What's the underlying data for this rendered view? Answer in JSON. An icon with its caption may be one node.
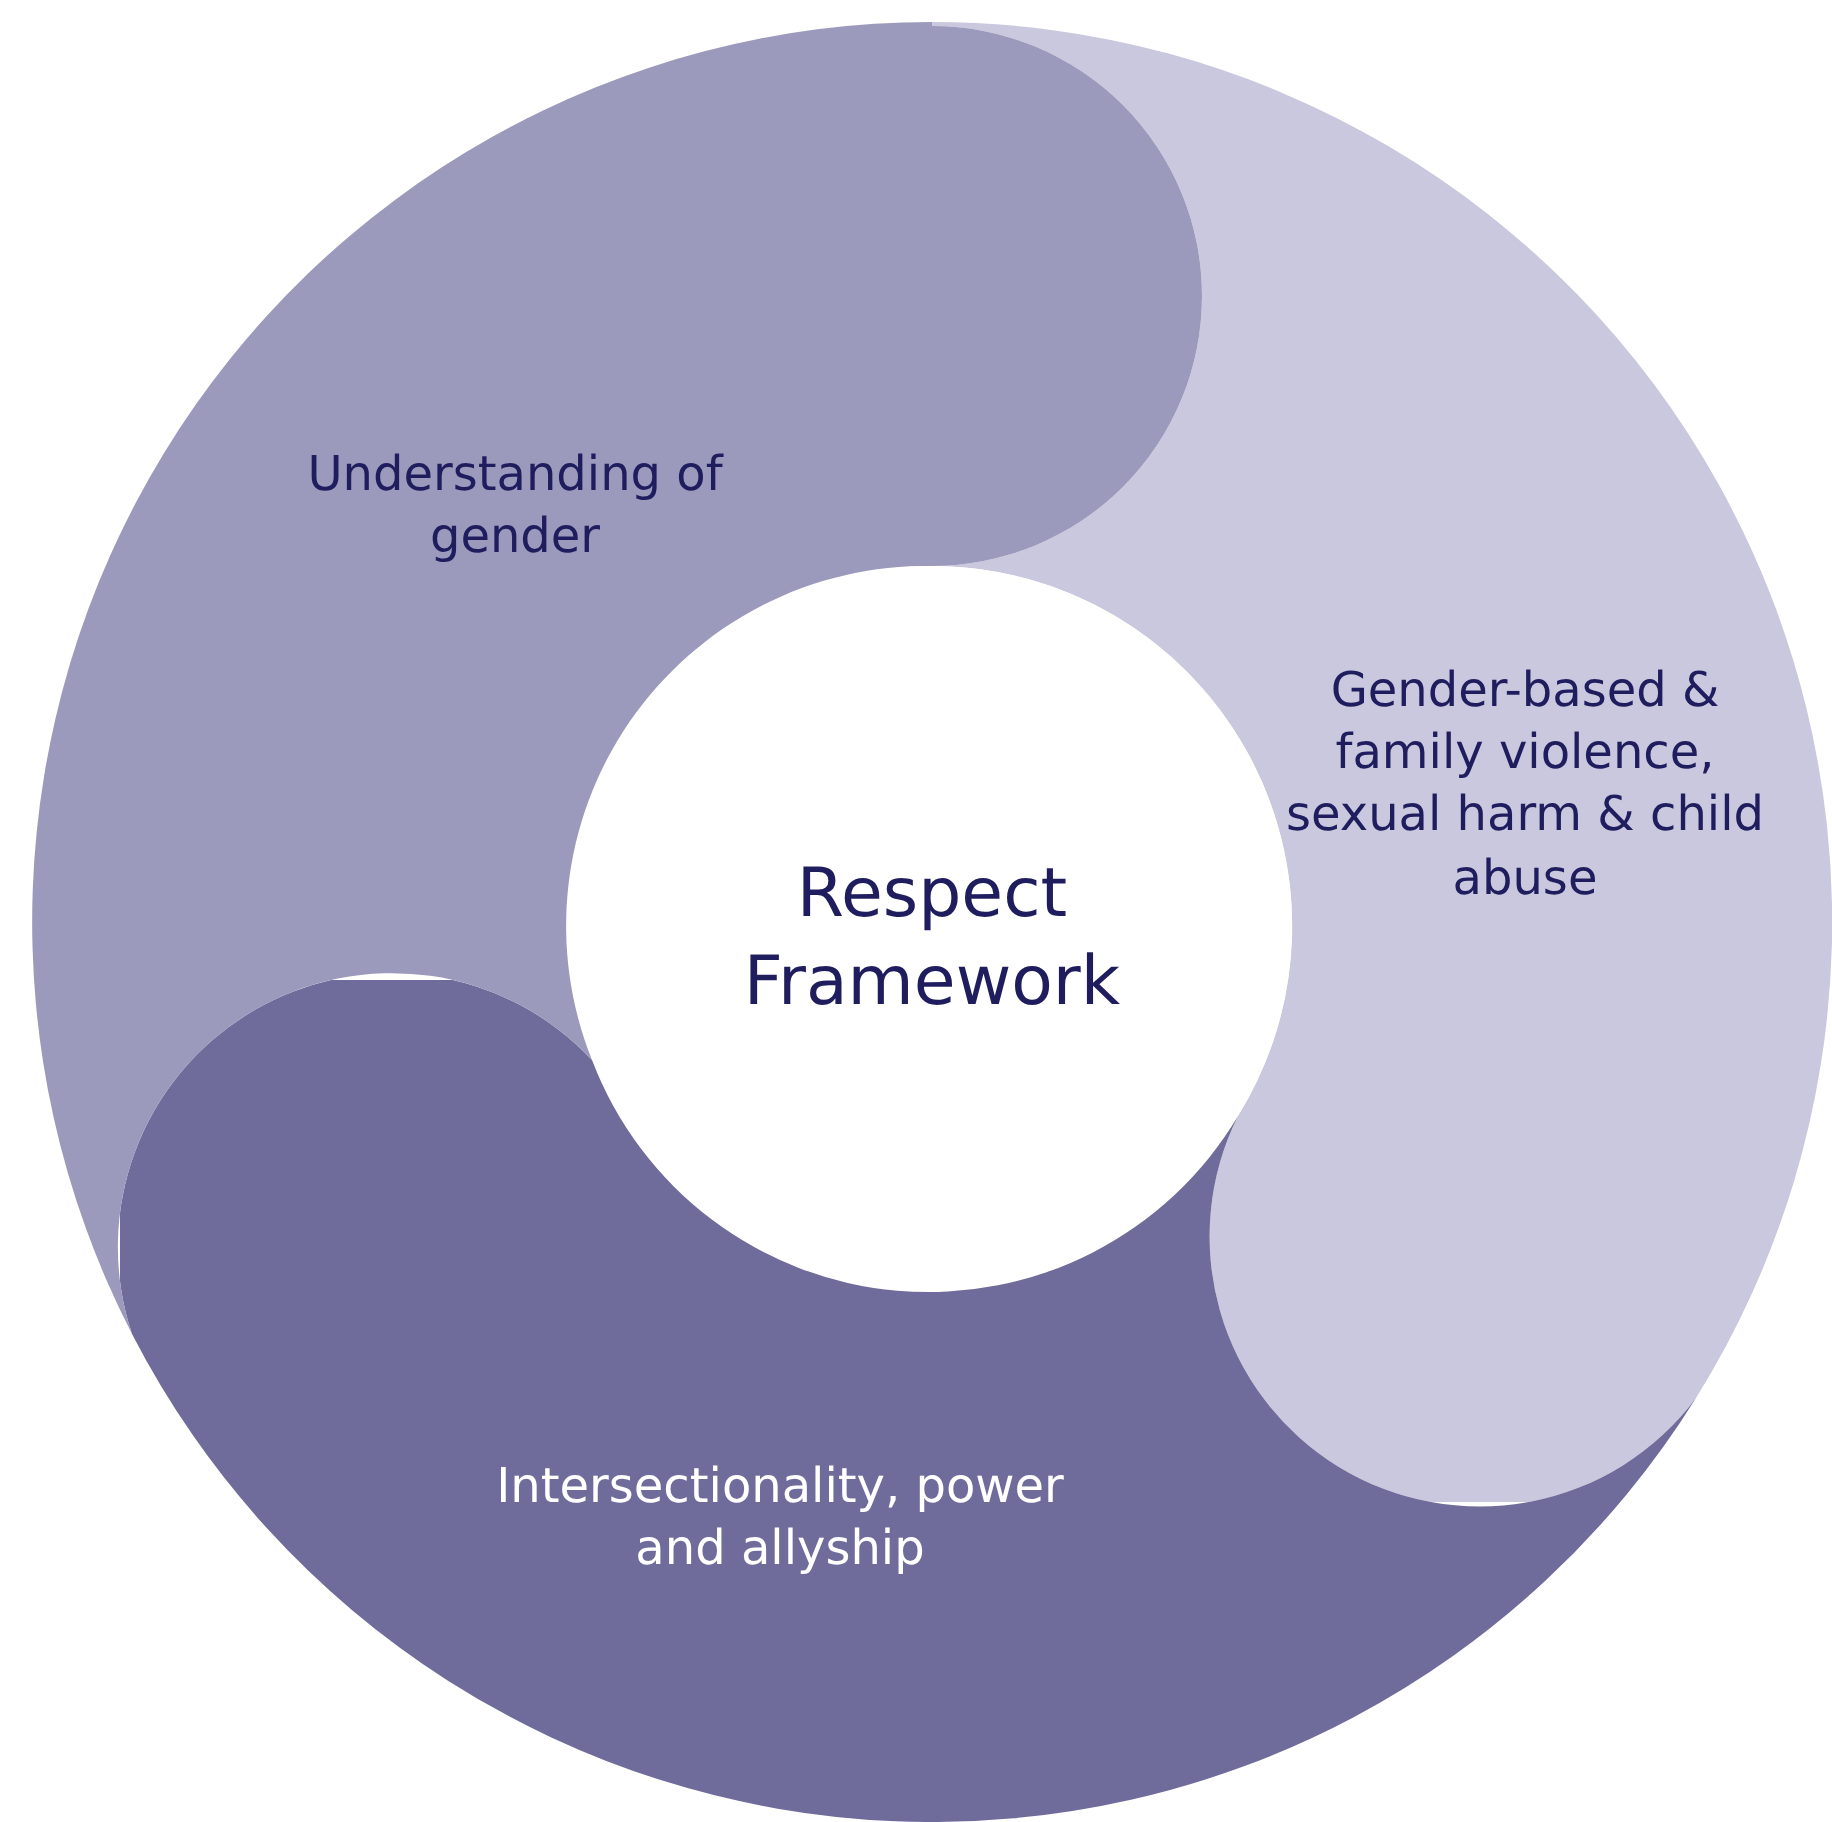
{
  "diagram": {
    "nodes": [
      {
        "text": [
          "Understanding of gender"
        ]
      },
      {
        "text": [
          "Gender-based & family violence, sexual harm & child abuse"
        ]
      },
      {
        "text": [
          "Respect Framework"
        ]
      },
      {
        "text": [
          "Intersectionality, power and allyship"
        ]
      }
    ]
  }
}
